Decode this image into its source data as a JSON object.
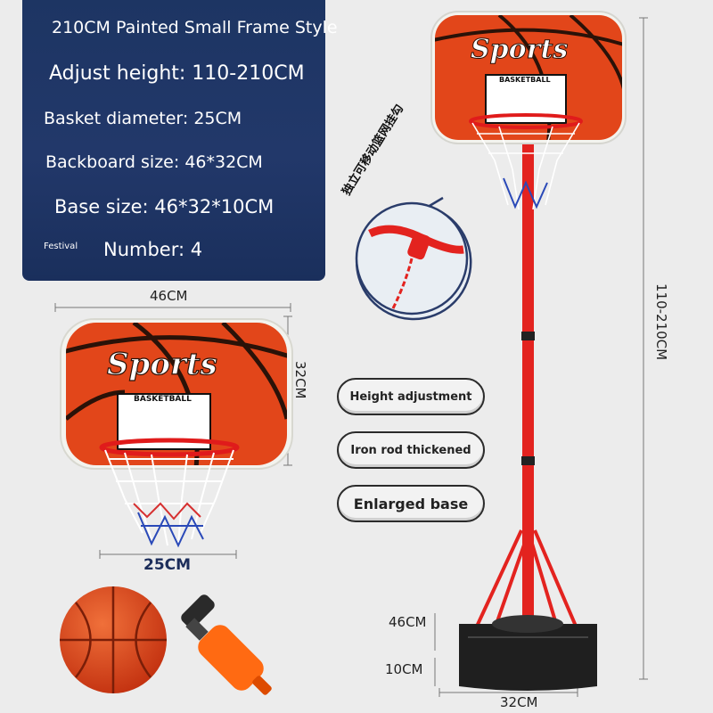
{
  "specs": {
    "title": "210CM Painted Small Frame Style",
    "height": "Adjust height: 110-210CM",
    "basket": "Basket diameter: 25CM",
    "backboard": "Backboard size: 46*32CM",
    "base": "Base size: 46*32*10CM",
    "festival": "Festival",
    "number": "Number: 4"
  },
  "dimensions": {
    "board_width": "46CM",
    "board_height": "32CM",
    "rim_diameter": "25CM",
    "total_height": "110-210CM",
    "base_depth": "46CM",
    "base_height": "10CM",
    "base_width": "32CM"
  },
  "features": {
    "f1": "Height adjustment",
    "f2": "Iron rod thickened",
    "f3": "Enlarged base"
  },
  "callout_label": "独立可移动篮网挂勾",
  "backboard": {
    "brand": "Sports",
    "label": "BASKETBALL"
  },
  "colors": {
    "panel": "#1d3563",
    "orange": "#e2461a",
    "red_pole": "#e3231f",
    "net_blue": "#2a49b8"
  }
}
